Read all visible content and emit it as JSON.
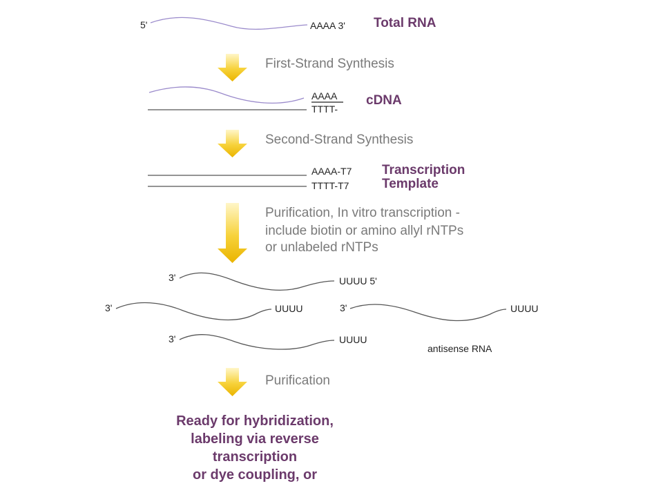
{
  "colors": {
    "accent_purple": "#6b3a6b",
    "rna_wave": "#9a8acb",
    "arrow": "#f2c200",
    "step_text": "#7a7a7a"
  },
  "steps": {
    "total_rna": {
      "label": "Total RNA",
      "five_prime": "5'",
      "tail": "AAAA 3'"
    },
    "first_strand": "First-Strand Synthesis",
    "cdna": {
      "label": "cDNA",
      "top_tail": "AAAA",
      "bottom_tail": "TTTT-"
    },
    "second_strand": "Second-Strand Synthesis",
    "template": {
      "label_line1": "Transcription",
      "label_line2": "Template",
      "top_tail": "AAAA-T7",
      "bottom_tail": "TTTT-T7"
    },
    "ivt": {
      "line1": "Purification, In vitro transcription -",
      "line2": "include biotin or amino allyl rNTPs",
      "line3": "or unlabeled rNTPs"
    },
    "antisense": {
      "strand_start": "3'",
      "strand1_tail": "UUUU 5'",
      "strand_tail": "UUUU",
      "label": "antisense RNA"
    },
    "purification": "Purification",
    "final": {
      "line1": "Ready for hybridization,",
      "line2": "labeling via reverse",
      "line3": "transcription",
      "line4": "or dye coupling, or"
    }
  },
  "icons": [
    "down-arrow-icon"
  ]
}
